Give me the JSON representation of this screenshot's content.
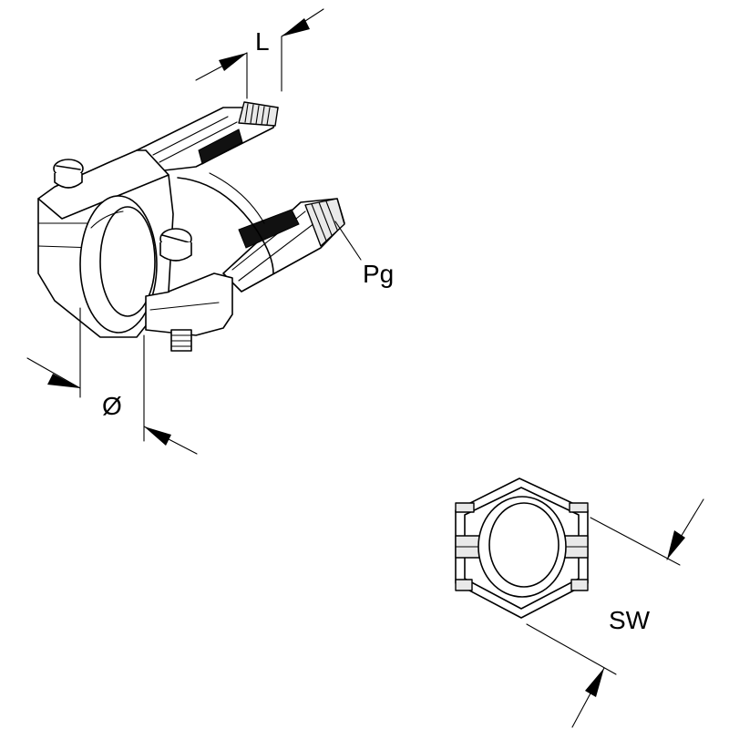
{
  "labels": {
    "length": "L",
    "thread": "Pg",
    "diameter": "Ø",
    "wrench_size": "SW"
  },
  "colors": {
    "line": "#000000",
    "background": "#ffffff"
  }
}
